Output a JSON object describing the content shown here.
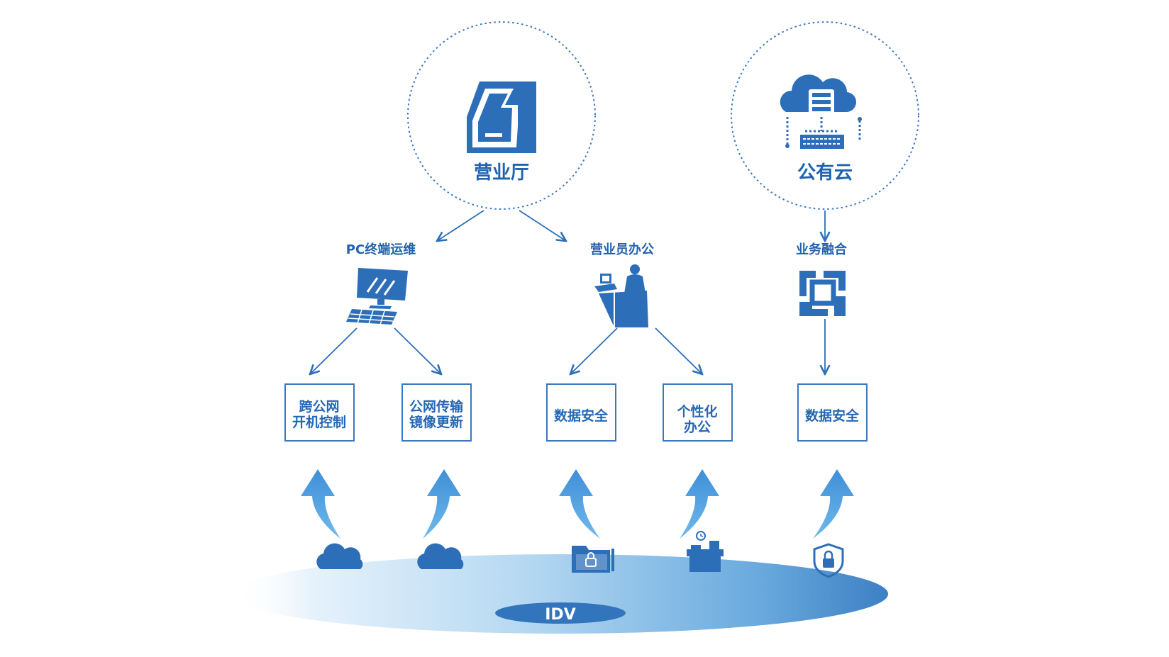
{
  "circles": {
    "left": {
      "title": "营业厅",
      "icon": "kiosk-icon"
    },
    "right": {
      "title": "公有云",
      "icon": "cloud-server-icon"
    }
  },
  "nodes": {
    "pc_ops": {
      "label": "PC终端运维",
      "icon": "desktop-computer-icon"
    },
    "clerk_office": {
      "label": "营业员办公",
      "icon": "clerk-at-counter-icon"
    },
    "business_fusion": {
      "label": "业务融合",
      "icon": "fusion-icon"
    }
  },
  "boxes": [
    {
      "line1": "跨公网",
      "line2": "开机控制"
    },
    {
      "line1": "公网传输",
      "line2": "镜像更新"
    },
    {
      "line1": "数据安全",
      "line2": ""
    },
    {
      "line1": "个性化",
      "line2": "办公"
    },
    {
      "line1": "数据安全",
      "line2": ""
    }
  ],
  "base": {
    "label": "IDV",
    "icons": [
      "cloud-icon",
      "cloud-icon",
      "locked-folder-icon",
      "desk-clock-icon",
      "shield-lock-icon"
    ]
  },
  "colors": {
    "primary": "#2c6fb8",
    "arrow": "#4a9fe0",
    "text": "#1f63b0"
  }
}
